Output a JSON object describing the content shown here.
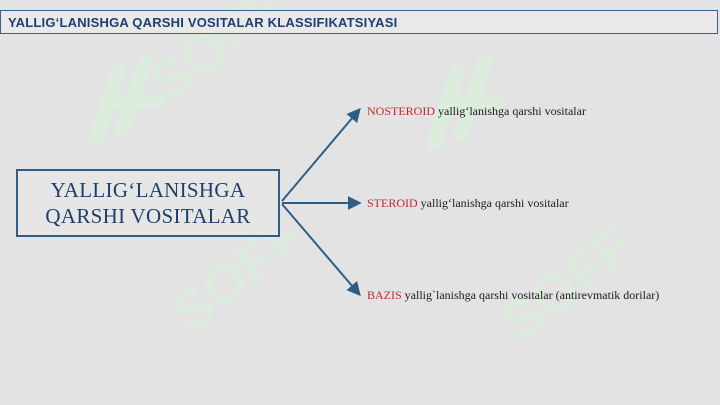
{
  "header": {
    "title": "YALLIG‘LANISHGA QARSHI VOSITALAR KLASSIFIKATSIYASI"
  },
  "center": {
    "line1": "YALLIG‘LANISHGA",
    "line2": "QARSHI VOSITALAR"
  },
  "branches": [
    {
      "keyword": "NOSTEROID",
      "text": " yallig‘lanishga qarshi vositalar"
    },
    {
      "keyword": "STEROID",
      "text": " yallig‘lanishga qarshi vositalar"
    },
    {
      "keyword": "BAZIS",
      "text": " yallig`lanishga qarshi vositalar (antirevmatik dorilar)"
    }
  ],
  "watermark": {
    "text": "SOFF"
  },
  "colors": {
    "background": "#e3e3e3",
    "title": "#1f3f73",
    "border": "#2e5d86",
    "keyword": "#c0282d",
    "connector": "#2e5d86",
    "watermark": "#ddefe1"
  }
}
